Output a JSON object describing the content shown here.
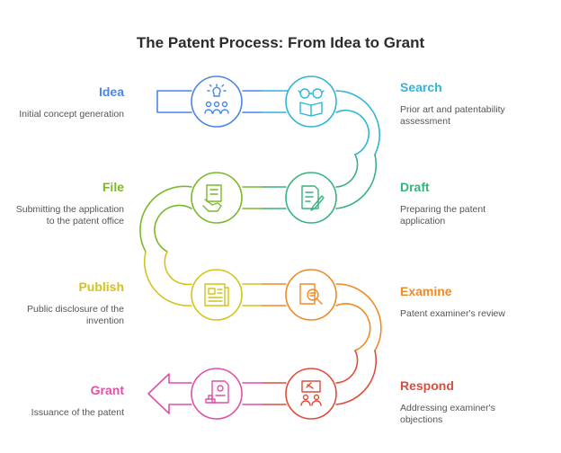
{
  "title": "The Patent Process: From Idea to Grant",
  "steps": [
    {
      "label": "Idea",
      "desc": [
        "Initial concept generation"
      ],
      "color": "#4a86e8",
      "icon": "lightbulb-team-icon"
    },
    {
      "label": "Search",
      "desc": [
        "Prior art and patentability",
        "assessment"
      ],
      "color": "#2fb5d8",
      "icon": "glasses-book-icon"
    },
    {
      "label": "Draft",
      "desc": [
        "Preparing the patent",
        "application"
      ],
      "color": "#36b37e",
      "icon": "document-pen-icon"
    },
    {
      "label": "File",
      "desc": [
        "Submitting the application",
        "to the patent office"
      ],
      "color": "#7ab829",
      "icon": "hand-document-icon"
    },
    {
      "label": "Publish",
      "desc": [
        "Public disclosure of the",
        "invention"
      ],
      "color": "#d4c31a",
      "icon": "newspaper-icon"
    },
    {
      "label": "Examine",
      "desc": [
        "Patent examiner's review"
      ],
      "color": "#f08a24",
      "icon": "magnifier-document-icon"
    },
    {
      "label": "Respond",
      "desc": [
        "Addressing examiner's",
        "objections"
      ],
      "color": "#e04b3a",
      "icon": "gavel-people-icon"
    },
    {
      "label": "Grant",
      "desc": [
        "Issuance of the patent"
      ],
      "color": "#e04fa8",
      "icon": "certificate-stamp-icon"
    }
  ]
}
